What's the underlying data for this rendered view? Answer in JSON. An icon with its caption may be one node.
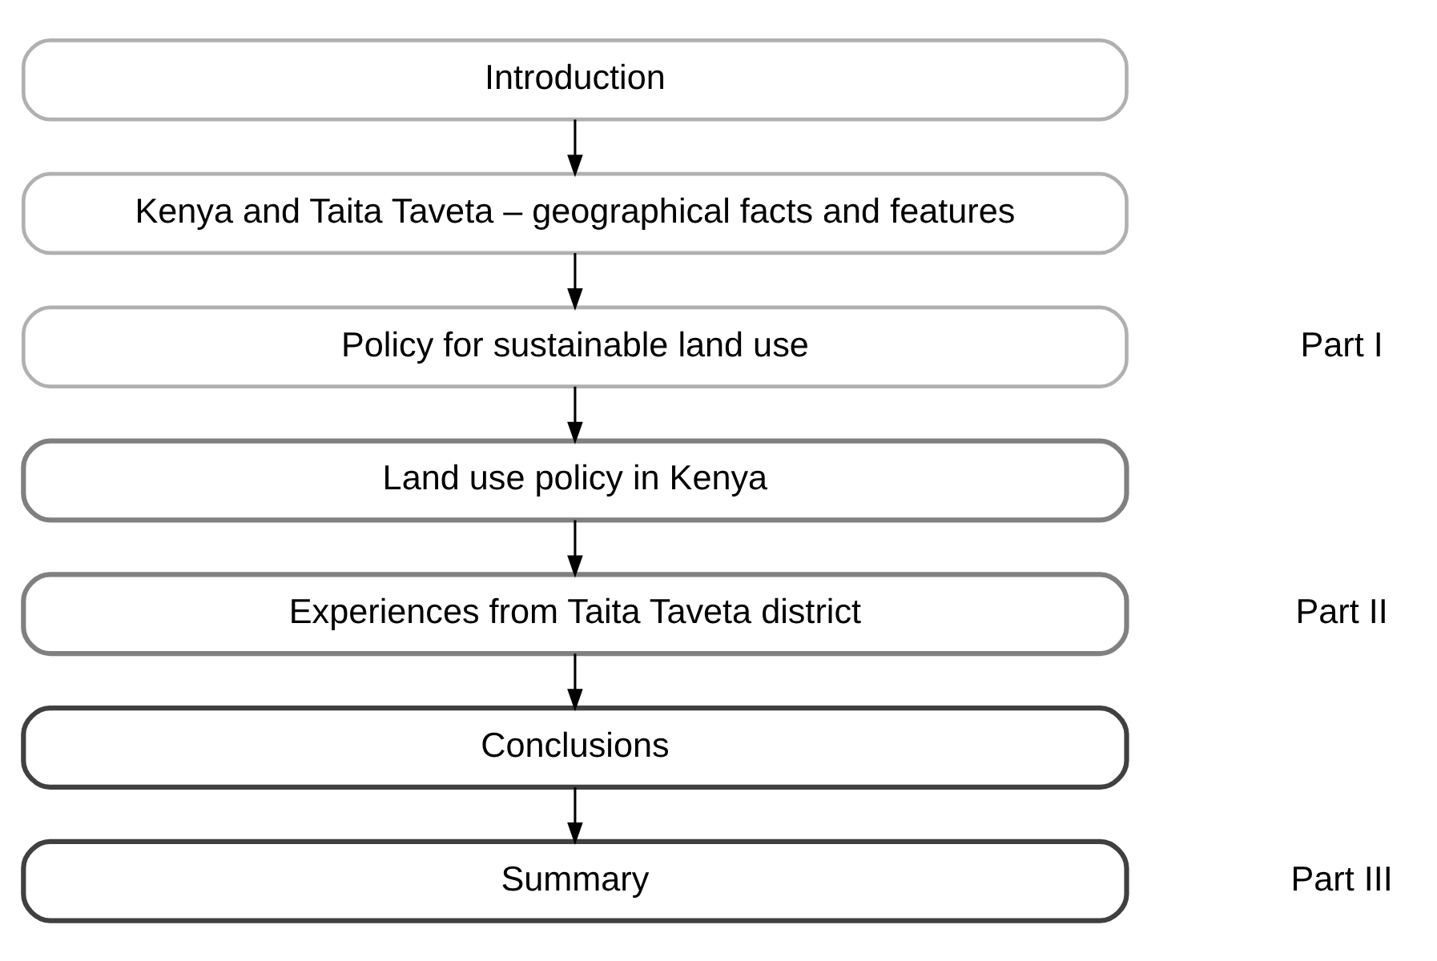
{
  "diagram": {
    "nodes": [
      {
        "text": [
          "Introduction"
        ]
      },
      {
        "text": [
          "Kenya and Taita Taveta – geographical facts and features"
        ]
      },
      {
        "text": [
          "Policy for sustainable land use"
        ]
      },
      {
        "text": [
          "Land use policy in Kenya"
        ]
      },
      {
        "text": [
          "Experiences from Taita Taveta district"
        ]
      },
      {
        "text": [
          "Conclusions"
        ]
      },
      {
        "text": [
          "Summary"
        ]
      }
    ],
    "edges": [
      {
        "from": 0,
        "to": 1,
        "arrow": "to"
      },
      {
        "from": 1,
        "to": 2,
        "arrow": "to"
      },
      {
        "from": 2,
        "to": 3,
        "arrow": "to"
      },
      {
        "from": 3,
        "to": 4,
        "arrow": "to"
      },
      {
        "from": 4,
        "to": 5,
        "arrow": "to"
      },
      {
        "from": 5,
        "to": 6,
        "arrow": "to"
      }
    ],
    "labels": [
      "Part I",
      "Part II",
      "Part III"
    ]
  }
}
